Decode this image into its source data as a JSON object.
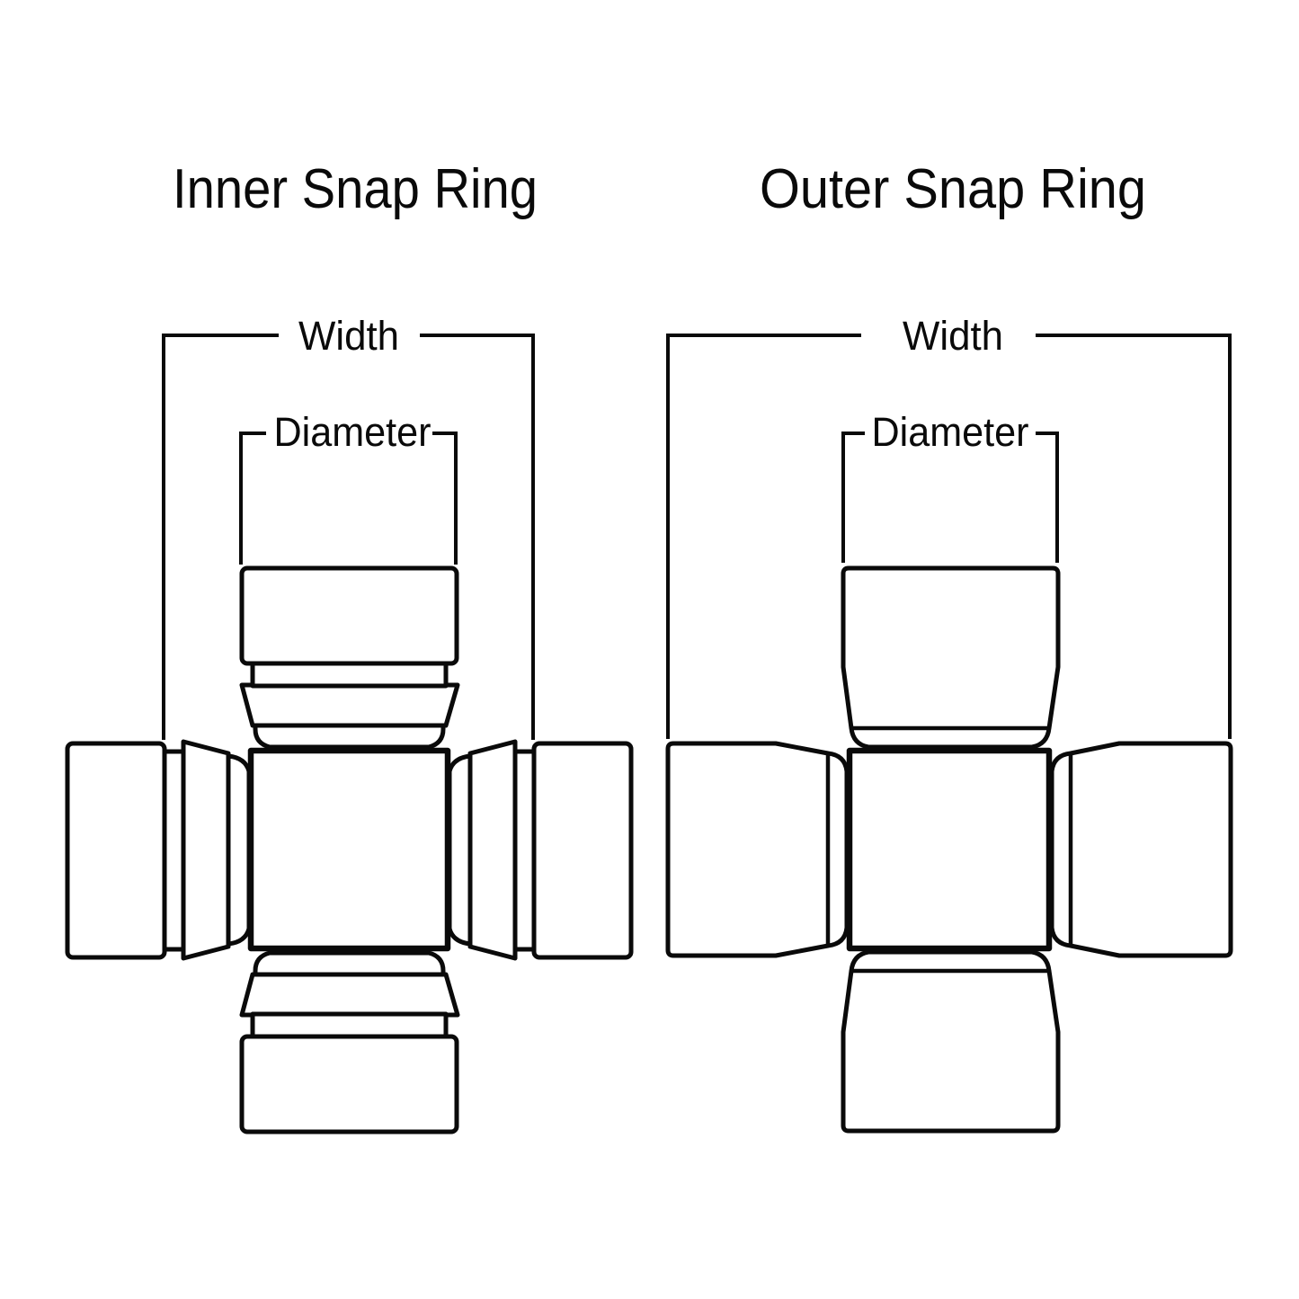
{
  "canvas": {
    "background_color": "#ffffff",
    "line_color": "#0a0a0a"
  },
  "diagrams": {
    "inner": {
      "title": "Inner Snap Ring",
      "labels": {
        "width": "Width",
        "diameter": "Diameter"
      }
    },
    "outer": {
      "title": "Outer Snap Ring",
      "labels": {
        "width": "Width",
        "diameter": "Diameter"
      }
    }
  }
}
